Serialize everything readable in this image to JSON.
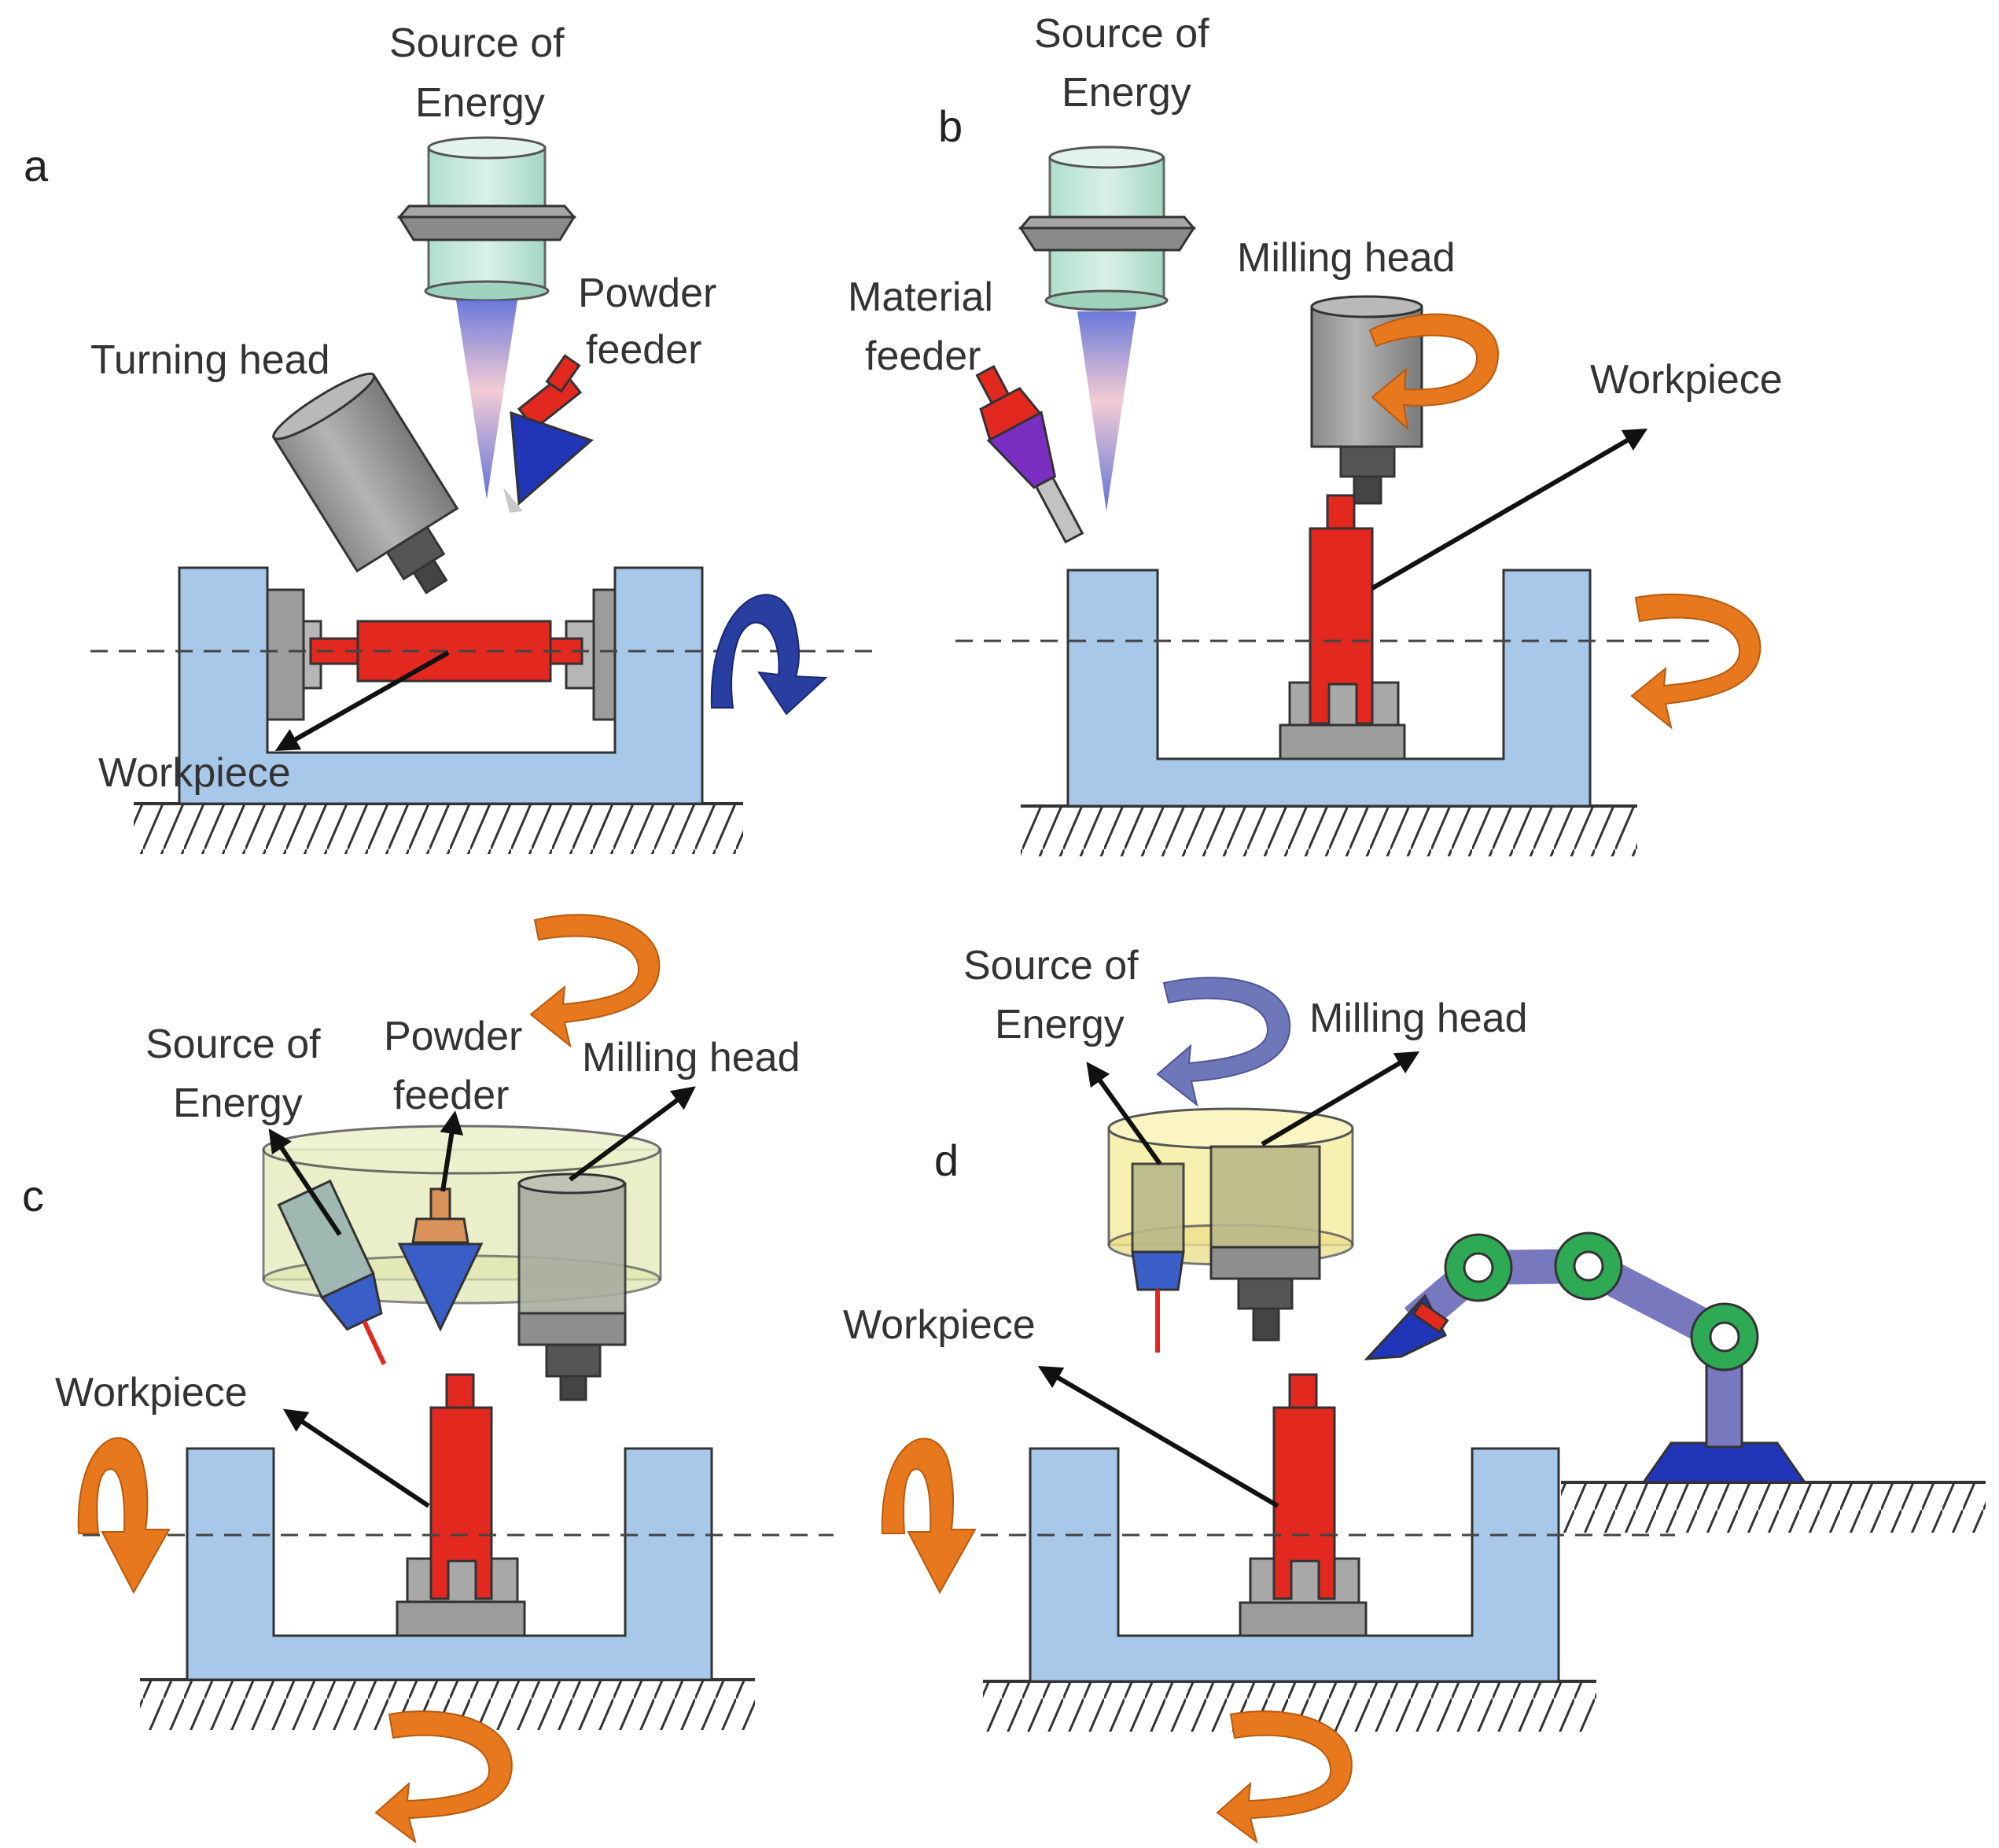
{
  "panels": {
    "a": {
      "letter": "a",
      "source_line1": "Source of",
      "source_line2": "Energy",
      "powder_line1": "Powder",
      "powder_line2": "feeder",
      "turning_head": "Turning head",
      "workpiece": "Workpiece"
    },
    "b": {
      "letter": "b",
      "source_line1": "Source of",
      "source_line2": "Energy",
      "material_line1": "Material",
      "material_line2": "feeder",
      "milling_head": "Milling head",
      "workpiece": "Workpiece"
    },
    "c": {
      "letter": "c",
      "source_line1": "Source of",
      "source_line2": "Energy",
      "powder_line1": "Powder",
      "powder_line2": "feeder",
      "milling_head": "Milling head",
      "workpiece": "Workpiece"
    },
    "d": {
      "letter": "d",
      "source_line1": "Source of",
      "source_line2": "Energy",
      "milling_head": "Milling head",
      "workpiece": "Workpiece"
    }
  },
  "colors": {
    "fixture": "#a8c8ea",
    "workpiece": "#e2281f",
    "rotation_orange": "#e7781d",
    "rotation_blue": "#283ea0",
    "rotation_purple": "#6670b6",
    "energy_source": "#bfe3d4",
    "robot_arm": "#7878bf",
    "robot_joint": "#2eaa55"
  }
}
